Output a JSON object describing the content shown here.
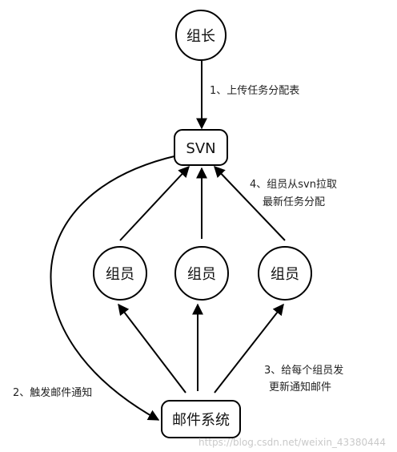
{
  "nodes": {
    "leader": "组长",
    "svn": "SVN",
    "member_left": "组员",
    "member_mid": "组员",
    "member_right": "组员",
    "mail": "邮件系统"
  },
  "edges": {
    "step1": "1、上传任务分配表",
    "step2": "2、触发邮件通知",
    "step3_line1": "3、给每个组员发",
    "step3_line2": "更新通知邮件",
    "step4_line1": "4、组员从svn拉取",
    "step4_line2": "最新任务分配"
  },
  "watermark": "https://blog.csdn.net/weixin_43380444"
}
